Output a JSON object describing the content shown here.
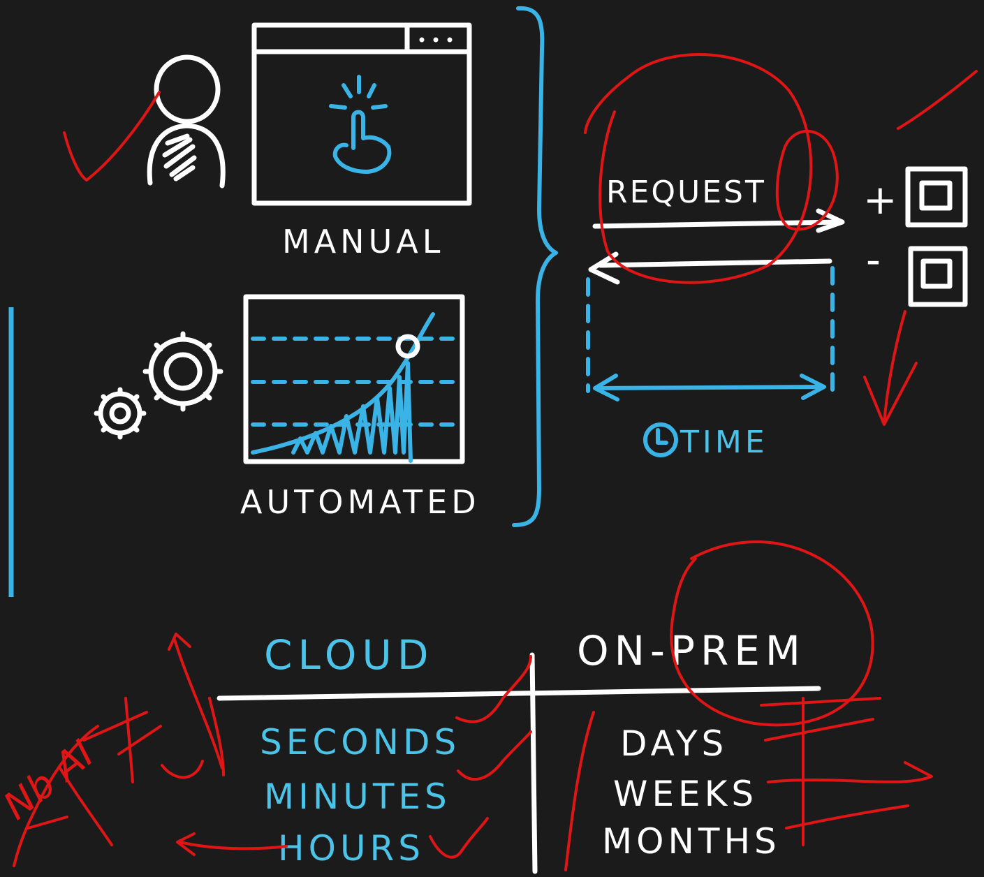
{
  "top": {
    "manual_label": "MANUAL",
    "automated_label": "AUTOMATED",
    "request_label": "REQUEST",
    "time_label": "TIME",
    "plus_sign": "+",
    "minus_sign": "-"
  },
  "table": {
    "cloud_header": "CLOUD",
    "onprem_header": "ON-PREM",
    "cloud_rows": [
      "SECONDS",
      "MINUTES",
      "HOURS"
    ],
    "onprem_rows": [
      "DAYS",
      "WEEKS",
      "MONTHS"
    ]
  },
  "annotation": {
    "scribble_text": "Nb AI"
  },
  "colors": {
    "background": "#1b1b1b",
    "chalk_white": "#ffffff",
    "accent_blue": "#3ab3e6",
    "annotation_red": "#e01515"
  }
}
